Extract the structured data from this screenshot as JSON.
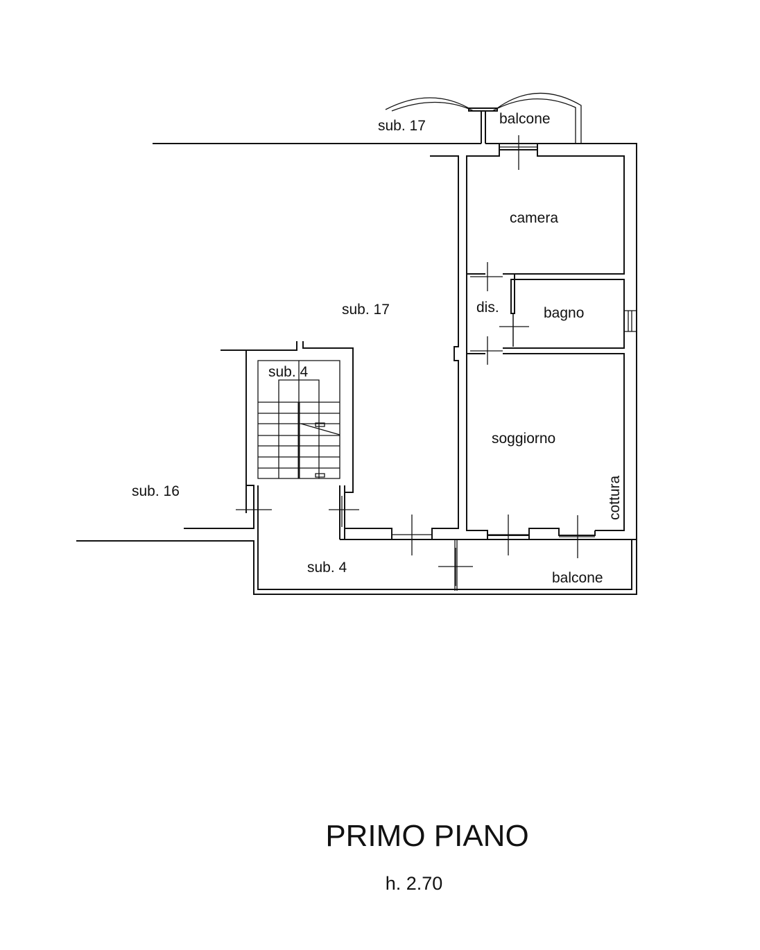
{
  "rooms": {
    "sub17_top": "sub. 17",
    "balcone_top": "balcone",
    "camera": "camera",
    "sub17_center": "sub. 17",
    "dis": "dis.",
    "bagno": "bagno",
    "sub4_stair": "sub. 4",
    "soggiorno": "soggiorno",
    "cottura": "cottura",
    "sub16": "sub. 16",
    "sub4_landing": "sub. 4",
    "balcone_bottom": "balcone"
  },
  "title": "PRIMO PIANO",
  "height_label": "h. 2.70"
}
